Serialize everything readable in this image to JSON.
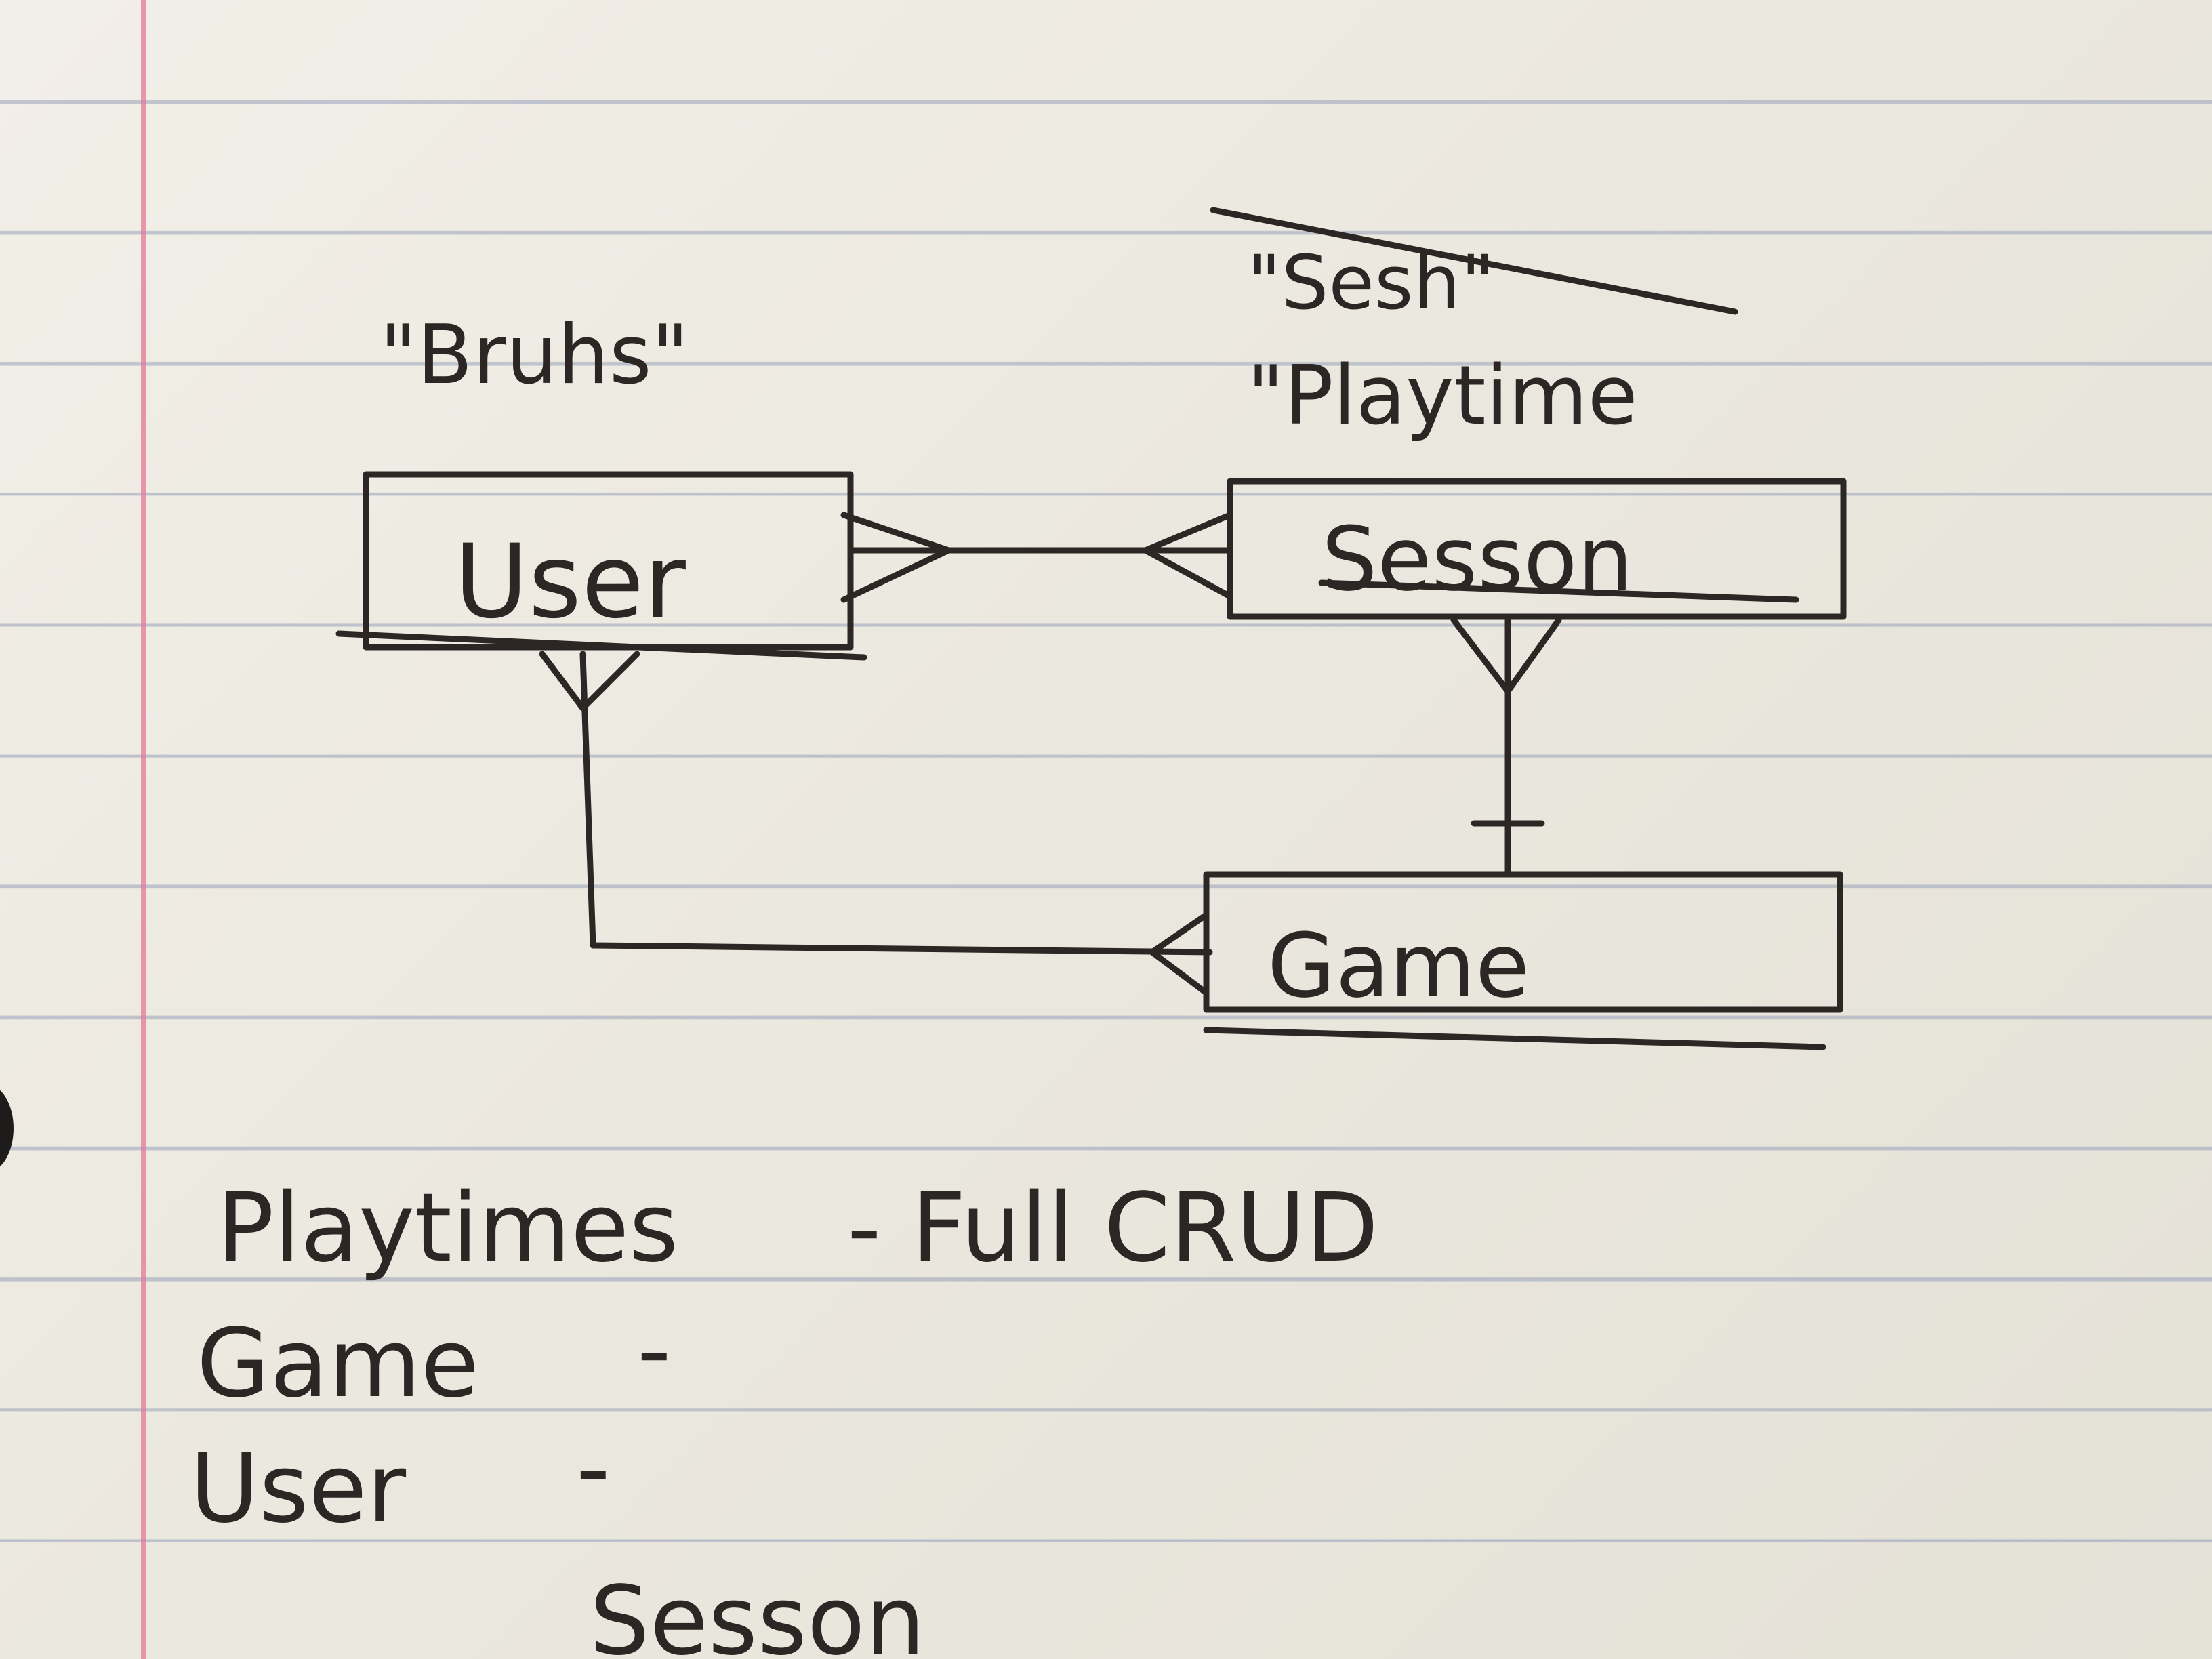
{
  "entities": {
    "user": {
      "name": "User",
      "alias": "\"Bruhs\""
    },
    "session": {
      "name": "Session",
      "name_as_written": "Sesson",
      "crossed_out": true,
      "alias": "\"Playtime",
      "crossed_alias": "\"Sesh\""
    },
    "game": {
      "name": "Game"
    }
  },
  "relationships": [
    {
      "from": "User",
      "to": "Session",
      "from_end": "many",
      "to_end": "many"
    },
    {
      "from": "Session",
      "to": "Game",
      "from_end": "many",
      "to_end": "one"
    },
    {
      "from": "User",
      "to": "Game",
      "from_end": "many",
      "to_end": "many"
    }
  ],
  "notes": [
    {
      "label": "Playtimes",
      "text": "- Full CRUD"
    },
    {
      "label": "Game",
      "text": "-"
    },
    {
      "label": "User",
      "text": "-"
    },
    {
      "label": "",
      "text": "Sesson"
    }
  ],
  "colors": {
    "ink": "#2c2624",
    "margin_line": "#e47896",
    "ruled_line": "#96a0b9",
    "paper": "#f2efe8"
  }
}
